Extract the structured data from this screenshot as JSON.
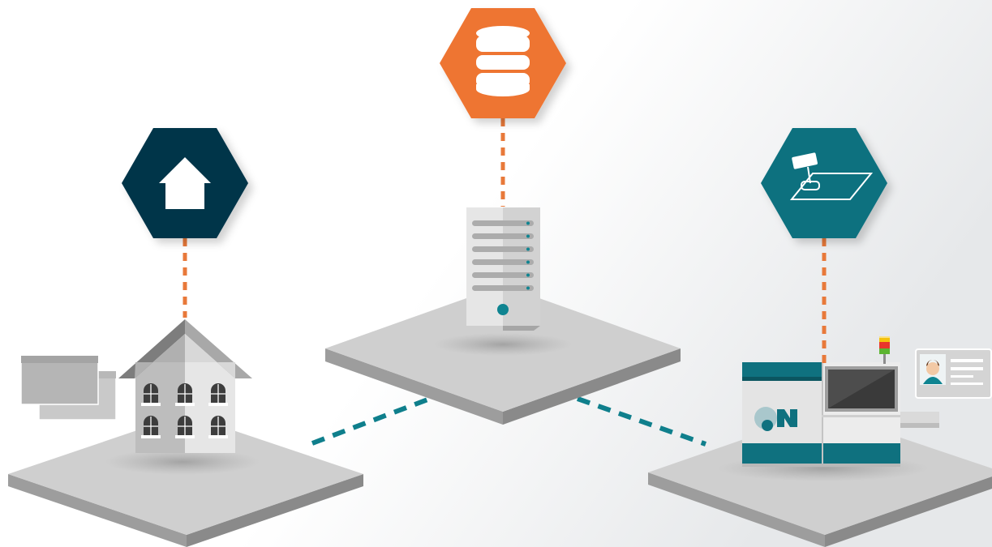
{
  "nodes": [
    {
      "id": "home",
      "icon": "home-icon",
      "hex_color": "#06344a",
      "object": "house"
    },
    {
      "id": "database",
      "icon": "database-icon",
      "hex_color": "#ee7530",
      "object": "server"
    },
    {
      "id": "machine",
      "icon": "dispenser-icon",
      "hex_color": "#0f717f",
      "object": "production-machine"
    }
  ],
  "connections": [
    {
      "from": "home",
      "to": "database",
      "color": "#0f7f8c",
      "style": "dashed"
    },
    {
      "from": "database",
      "to": "machine",
      "color": "#0f7f8c",
      "style": "dashed"
    }
  ],
  "colors": {
    "tether": "#e8793a",
    "platform_top": "#cfcfcf",
    "platform_side_left": "#9d9d9d",
    "platform_side_right": "#8a8a8a",
    "accent_teal": "#0f8491",
    "signal_red": "#e8352b",
    "signal_yellow": "#f4c20d",
    "signal_green": "#5cb531"
  }
}
